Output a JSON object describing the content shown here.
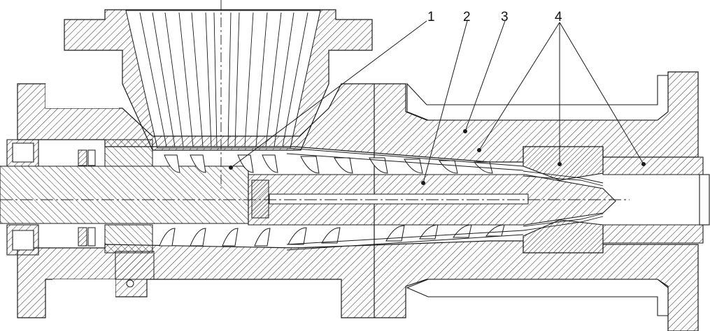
{
  "figure": {
    "background": "#ffffff",
    "line_color": "#1a1a1a",
    "hatch_color": "#2a2a2a"
  },
  "callouts": [
    {
      "label": "1"
    },
    {
      "label": "2"
    },
    {
      "label": "3"
    },
    {
      "label": "4"
    }
  ]
}
